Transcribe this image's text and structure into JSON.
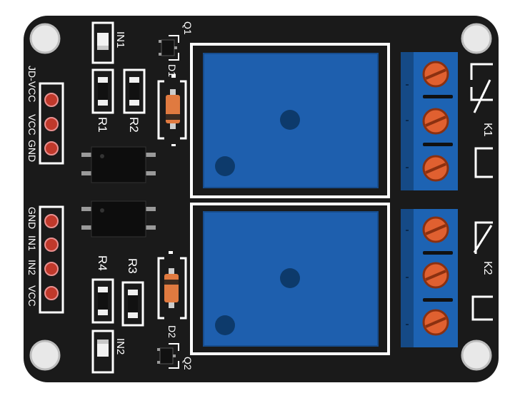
{
  "board": {
    "colors": {
      "pcb": "#1a1a1a",
      "silkscreen": "#ffffff",
      "relay_body": "#1e5fae",
      "relay_dark": "#0d3a6b",
      "terminal_block": "#1d63b3",
      "terminal_dark": "#154a86",
      "screw": "#e06030",
      "pin": "#c0392b",
      "chip": "#111111",
      "chip_pin": "#9a9a9a",
      "led": "#f2f2f2"
    },
    "header_top": {
      "labels": [
        "JD-VCC",
        "VCC",
        "GND"
      ]
    },
    "header_bottom": {
      "labels": [
        "GND",
        "IN1",
        "IN2",
        "VCC"
      ]
    },
    "labels": {
      "in1": "IN1",
      "in2": "IN2",
      "q1": "Q1",
      "q2": "Q2",
      "d1": "D1",
      "d2": "D2",
      "r1": "R1",
      "r2": "R2",
      "r3": "R3",
      "r4": "R4",
      "k1": "K1",
      "k2": "K2"
    }
  }
}
